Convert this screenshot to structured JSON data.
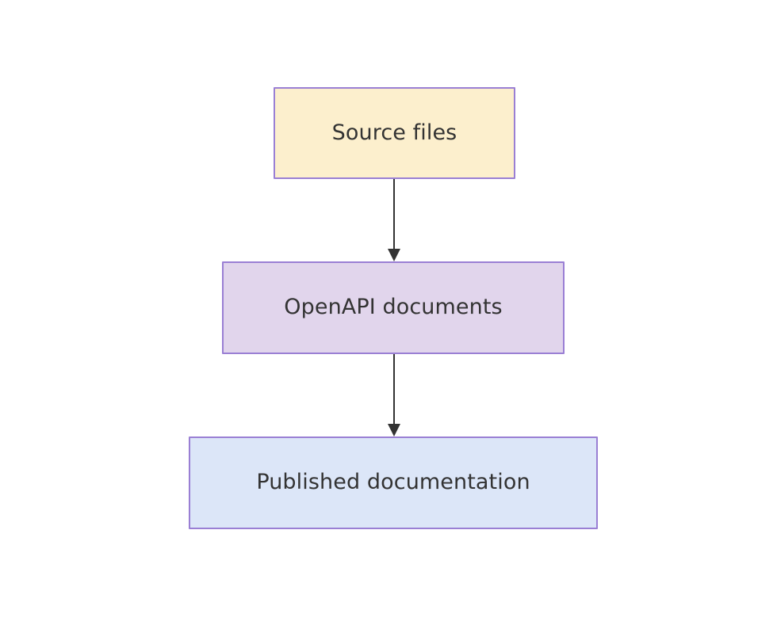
{
  "diagram": {
    "type": "flowchart",
    "direction": "top-to-bottom",
    "background_color": "#ffffff",
    "nodes": [
      {
        "id": "source-files",
        "label": "Source files",
        "fill_color": "#fcefcd",
        "border_color": "#9a7fd4",
        "text_color": "#333333"
      },
      {
        "id": "openapi-documents",
        "label": "OpenAPI documents",
        "fill_color": "#e1d5ec",
        "border_color": "#9a7fd4",
        "text_color": "#333333"
      },
      {
        "id": "published-documentation",
        "label": "Published documentation",
        "fill_color": "#dce6f8",
        "border_color": "#9a7fd4",
        "text_color": "#333333"
      }
    ],
    "edges": [
      {
        "id": "edge-source-to-openapi",
        "from": "source-files",
        "to": "openapi-documents",
        "label": "",
        "color": "#333333",
        "arrowhead": "filled-triangle"
      },
      {
        "id": "edge-openapi-to-published",
        "from": "openapi-documents",
        "to": "published-documentation",
        "label": "",
        "color": "#333333",
        "arrowhead": "filled-triangle"
      }
    ]
  }
}
